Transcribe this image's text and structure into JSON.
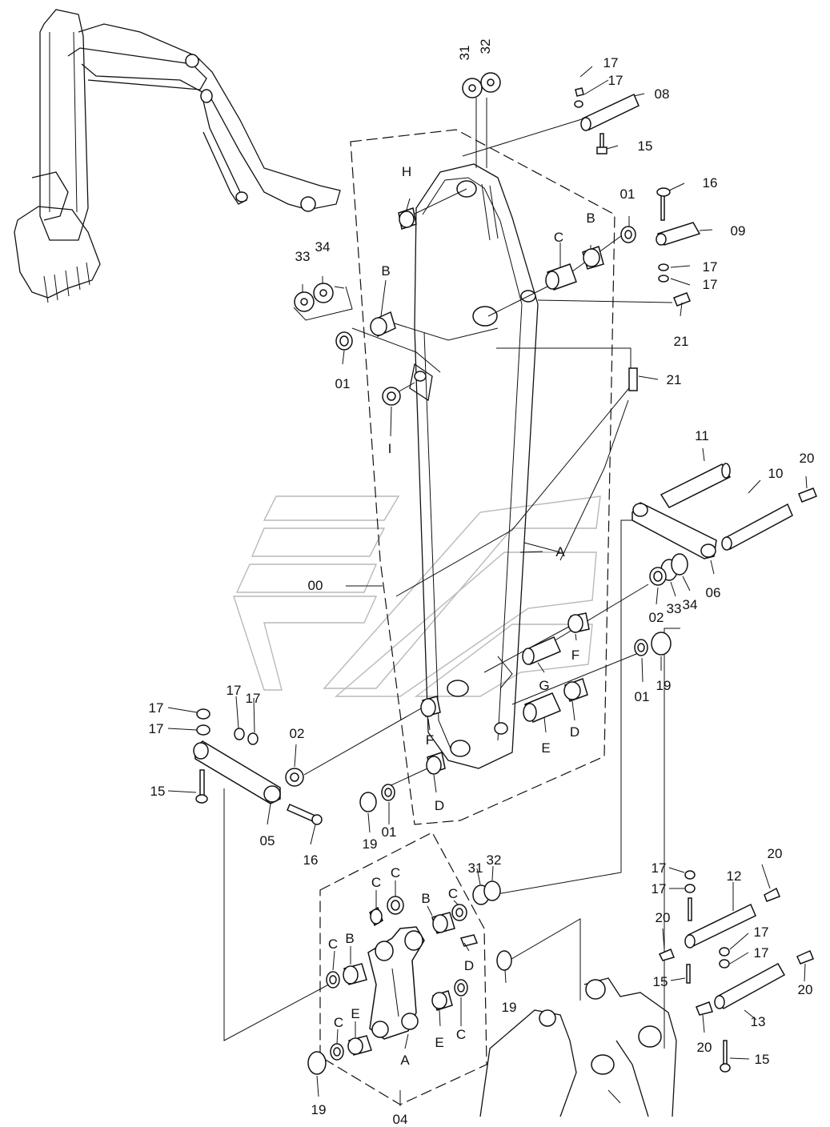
{
  "callouts": [
    {
      "id": "lbl-31-top",
      "text": "31"
    },
    {
      "id": "lbl-32-top",
      "text": "32"
    },
    {
      "id": "lbl-17-a",
      "text": "17"
    },
    {
      "id": "lbl-17-b",
      "text": "17"
    },
    {
      "id": "lbl-08",
      "text": "08"
    },
    {
      "id": "lbl-15-a",
      "text": "15"
    },
    {
      "id": "lbl-H",
      "text": "H"
    },
    {
      "id": "lbl-16-a",
      "text": "16"
    },
    {
      "id": "lbl-01-a",
      "text": "01"
    },
    {
      "id": "lbl-B-a",
      "text": "B"
    },
    {
      "id": "lbl-C-a",
      "text": "C"
    },
    {
      "id": "lbl-09",
      "text": "09"
    },
    {
      "id": "lbl-17-c",
      "text": "17"
    },
    {
      "id": "lbl-17-d",
      "text": "17"
    },
    {
      "id": "lbl-33-a",
      "text": "33"
    },
    {
      "id": "lbl-34-a",
      "text": "34"
    },
    {
      "id": "lbl-B-b",
      "text": "B"
    },
    {
      "id": "lbl-21-a",
      "text": "21"
    },
    {
      "id": "lbl-01-b",
      "text": "01"
    },
    {
      "id": "lbl-21-b",
      "text": "21"
    },
    {
      "id": "lbl-I",
      "text": "I"
    },
    {
      "id": "lbl-11",
      "text": "11"
    },
    {
      "id": "lbl-10",
      "text": "10"
    },
    {
      "id": "lbl-20-a",
      "text": "20"
    },
    {
      "id": "lbl-A-a",
      "text": "A"
    },
    {
      "id": "lbl-00",
      "text": "00"
    },
    {
      "id": "lbl-06",
      "text": "06"
    },
    {
      "id": "lbl-02-a",
      "text": "02"
    },
    {
      "id": "lbl-33-b",
      "text": "33"
    },
    {
      "id": "lbl-34-b",
      "text": "34"
    },
    {
      "id": "lbl-G",
      "text": "G"
    },
    {
      "id": "lbl-F-a",
      "text": "F"
    },
    {
      "id": "lbl-01-c",
      "text": "01"
    },
    {
      "id": "lbl-19-a",
      "text": "19"
    },
    {
      "id": "lbl-17-e",
      "text": "17"
    },
    {
      "id": "lbl-17-f",
      "text": "17"
    },
    {
      "id": "lbl-17-g",
      "text": "17"
    },
    {
      "id": "lbl-17-h",
      "text": "17"
    },
    {
      "id": "lbl-02-b",
      "text": "02"
    },
    {
      "id": "lbl-F-b",
      "text": "F"
    },
    {
      "id": "lbl-E-a",
      "text": "E"
    },
    {
      "id": "lbl-D-a",
      "text": "D"
    },
    {
      "id": "lbl-15-b",
      "text": "15"
    },
    {
      "id": "lbl-05",
      "text": "05"
    },
    {
      "id": "lbl-16-b",
      "text": "16"
    },
    {
      "id": "lbl-19-b",
      "text": "19"
    },
    {
      "id": "lbl-01-d",
      "text": "01"
    },
    {
      "id": "lbl-D-b",
      "text": "D"
    },
    {
      "id": "lbl-31-b",
      "text": "31"
    },
    {
      "id": "lbl-32-b",
      "text": "32"
    },
    {
      "id": "lbl-C-b",
      "text": "C"
    },
    {
      "id": "lbl-C-c",
      "text": "C"
    },
    {
      "id": "lbl-B-c",
      "text": "B"
    },
    {
      "id": "lbl-C-d",
      "text": "C"
    },
    {
      "id": "lbl-D-c",
      "text": "D"
    },
    {
      "id": "lbl-C-e",
      "text": "C"
    },
    {
      "id": "lbl-B-d",
      "text": "B"
    },
    {
      "id": "lbl-19-c",
      "text": "19"
    },
    {
      "id": "lbl-E-b",
      "text": "E"
    },
    {
      "id": "lbl-C-f",
      "text": "C"
    },
    {
      "id": "lbl-A-b",
      "text": "A"
    },
    {
      "id": "lbl-C-g",
      "text": "C"
    },
    {
      "id": "lbl-E-c",
      "text": "E"
    },
    {
      "id": "lbl-19-d",
      "text": "19"
    },
    {
      "id": "lbl-04",
      "text": "04"
    },
    {
      "id": "lbl-20-b",
      "text": "20"
    },
    {
      "id": "lbl-12",
      "text": "12"
    },
    {
      "id": "lbl-17-i",
      "text": "17"
    },
    {
      "id": "lbl-17-j",
      "text": "17"
    },
    {
      "id": "lbl-20-c",
      "text": "20"
    },
    {
      "id": "lbl-17-k",
      "text": "17"
    },
    {
      "id": "lbl-17-l",
      "text": "17"
    },
    {
      "id": "lbl-15-c",
      "text": "15"
    },
    {
      "id": "lbl-20-d",
      "text": "20"
    },
    {
      "id": "lbl-13",
      "text": "13"
    },
    {
      "id": "lbl-20-e",
      "text": "20"
    },
    {
      "id": "lbl-15-d",
      "text": "15"
    }
  ]
}
